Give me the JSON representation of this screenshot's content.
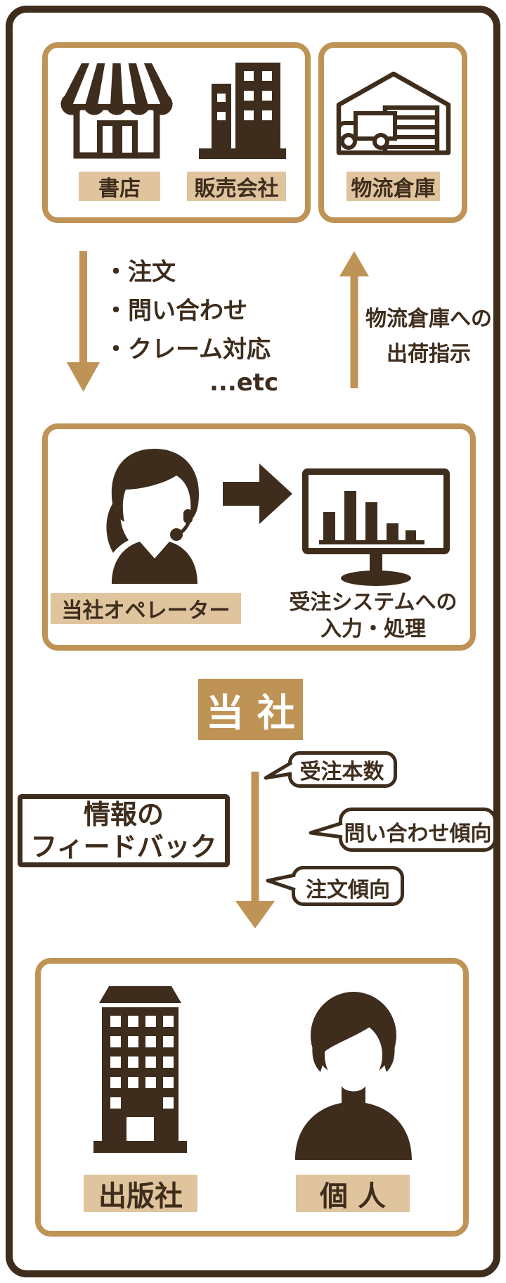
{
  "palette": {
    "dark": "#3E2D1C",
    "gold": "#BE9355",
    "tan": "#DFC49E",
    "white": "#FFFFFF"
  },
  "sources_box": {
    "items": [
      {
        "icon": "storefront-icon",
        "label": "書店"
      },
      {
        "icon": "office-building-icon",
        "label": "販売会社"
      }
    ]
  },
  "warehouse_box": {
    "icon": "warehouse-truck-icon",
    "label": "物流倉庫"
  },
  "inbound_flow": {
    "bullets": [
      "・注文",
      "・問い合わせ",
      "・クレーム対応"
    ],
    "etc": "...etc"
  },
  "outbound_flow": {
    "line1": "物流倉庫への",
    "line2": "出荷指示"
  },
  "company_box": {
    "operator_label": "当社オペレーター",
    "system_line1": "受注システムへの",
    "system_line2": "入力・処理"
  },
  "company_badge": {
    "label": "当 社"
  },
  "feedback": {
    "box_line1": "情報の",
    "box_line2": "フィードバック",
    "bubbles": [
      {
        "label": "受注本数"
      },
      {
        "label": "問い合わせ傾向"
      },
      {
        "label": "注文傾向"
      }
    ]
  },
  "recipients_box": {
    "items": [
      {
        "icon": "publisher-building-icon",
        "label": "出版社"
      },
      {
        "icon": "person-icon",
        "label": "個 人"
      }
    ]
  }
}
